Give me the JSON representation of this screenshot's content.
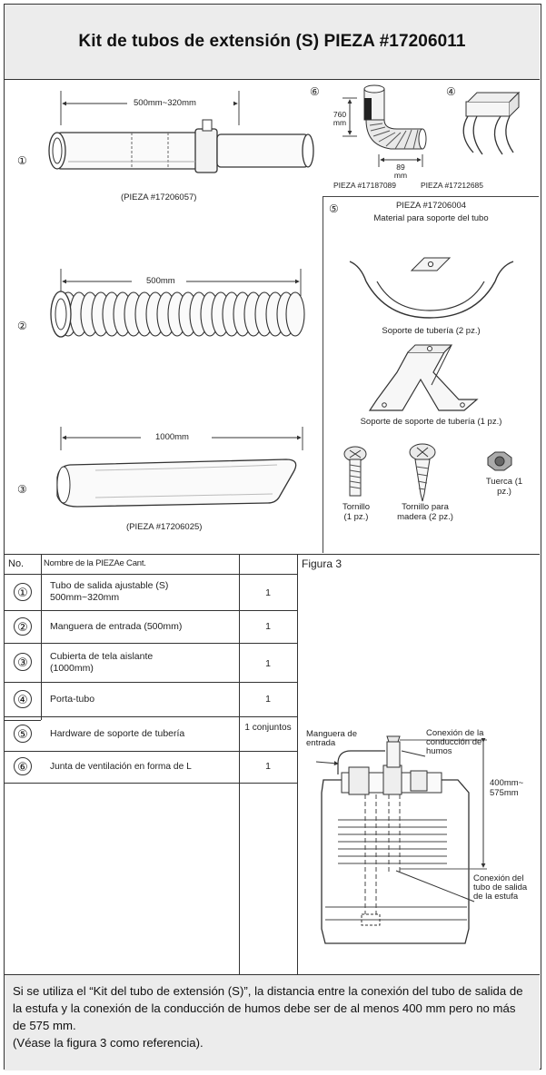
{
  "title": "Kit de tubos de extensión (S) PIEZA #17206011",
  "diagram": {
    "part1": {
      "num": "①",
      "dim": "500mm~320mm",
      "pieza": "(PIEZA #17206057)"
    },
    "part2": {
      "num": "②",
      "dim": "500mm"
    },
    "part3": {
      "num": "③",
      "dim": "1000mm",
      "pieza": "(PIEZA #17206025)"
    },
    "part6": {
      "num": "⑥",
      "dim_v": "760 mm",
      "dim_h": "89 mm",
      "pieza": "PIEZA #17187089"
    },
    "part4": {
      "num": "④",
      "pieza": "PIEZA #17212685"
    },
    "part5": {
      "num": "⑤",
      "pieza": "PIEZA #17206004",
      "material": "Material para soporte del tubo",
      "bracket": "Soporte de tubería (2 pz.)",
      "stand": "Soporte de soporte de tubería (1 pz.)",
      "screw": "Tornillo (1 pz.)",
      "wood_screw": "Tornillo para madera (2 pz.)",
      "nut": "Tuerca (1 pz.)"
    }
  },
  "table": {
    "header": {
      "no": "No.",
      "name": "Nombre de la PIEZAe Cant."
    },
    "rows": [
      {
        "num": "①",
        "name": "Tubo de salida ajustable (S) 500mm~320mm",
        "qty": "1"
      },
      {
        "num": "②",
        "name": "Manguera de entrada (500mm)",
        "qty": "1"
      },
      {
        "num": "③",
        "name": "Cubierta de tela aislante (1000mm)",
        "qty": "1"
      },
      {
        "num": "④",
        "name": "Porta-tubo",
        "qty": "1"
      },
      {
        "num": "⑤",
        "name": "Hardware de soporte de tubería",
        "qty": "1 conjuntos"
      },
      {
        "num": "⑥",
        "name": "Junta de ventilación en forma de L",
        "qty": "1"
      }
    ]
  },
  "figure3": {
    "title": "Figura 3",
    "hose": "Manguera de entrada",
    "flue": "Conexión de la conducción de humos",
    "range": "400mm~ 575mm",
    "outlet": "Conexión del tubo de salida de la estufa"
  },
  "note": {
    "line1": "Si se utiliza el “Kit del tubo de extensión (S)”, la distancia entre la conexión del tubo de salida de la estufa y la conexión de la conducción de humos debe ser de al menos 400 mm pero no más de 575 mm.",
    "line2": "(Véase la figura 3 como referencia)."
  }
}
